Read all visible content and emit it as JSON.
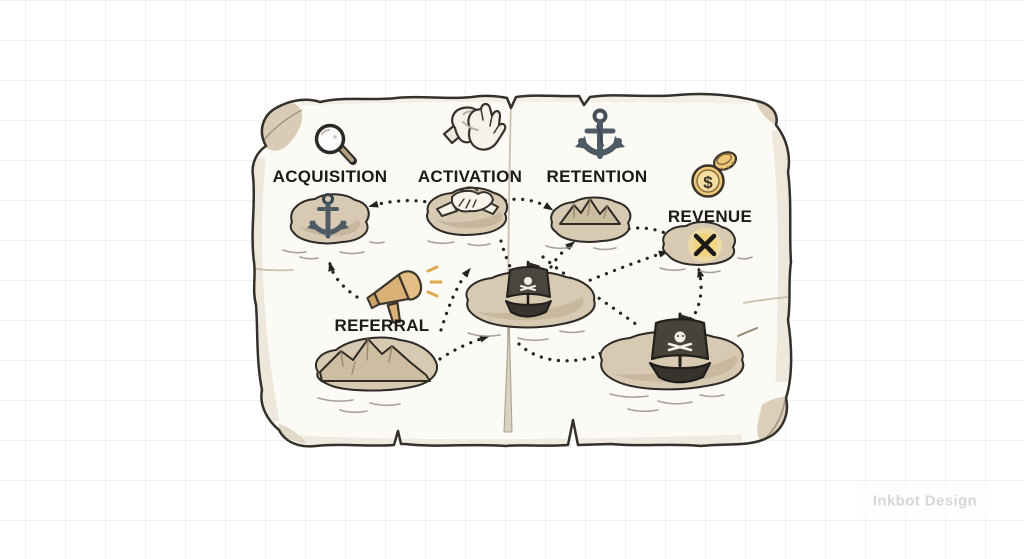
{
  "watermark": {
    "text": "Inkbot Design"
  },
  "map": {
    "theme": "pirate-treasure-map-funnel",
    "coin_symbol": "$",
    "stages": [
      {
        "id": "acquisition",
        "label": "ACQUISITION",
        "icon": "magnifying-glass-icon",
        "landmark": "anchor-island"
      },
      {
        "id": "activation",
        "label": "ACTIVATION",
        "icon": "open-hands-icon",
        "landmark": "handshake-island"
      },
      {
        "id": "retention",
        "label": "RETENTION",
        "icon": "anchor-icon",
        "landmark": "mountain-island"
      },
      {
        "id": "revenue",
        "label": "REVENUE",
        "icon": "gold-coins-icon",
        "landmark": "treasure-x-island"
      },
      {
        "id": "referral",
        "label": "REFERRAL",
        "icon": "megaphone-icon",
        "landmark": "mountain-range-island"
      }
    ],
    "extra_landmarks": [
      "small-pirate-ship-island",
      "large-pirate-ship-island"
    ],
    "routes": [
      {
        "from": "activation-island",
        "to": "acquisition-island"
      },
      {
        "from": "activation-island",
        "to": "retention-island"
      },
      {
        "from": "referral-megaphone",
        "to": "acquisition-island"
      },
      {
        "from": "referral-mountain-island",
        "to": "small-ship-island"
      },
      {
        "from": "referral-mountain-island",
        "to": "activation-island"
      },
      {
        "from": "activation-island",
        "to": "small-ship-island"
      },
      {
        "from": "small-ship-island",
        "to": "retention-island"
      },
      {
        "from": "small-ship-island",
        "to": "revenue-island"
      },
      {
        "from": "retention-island",
        "to": "large-ship-island"
      },
      {
        "from": "small-ship-island",
        "to": "large-ship-island"
      },
      {
        "from": "retention-island",
        "to": "revenue-island"
      },
      {
        "from": "revenue-island",
        "to": "large-ship-island",
        "bidirectional": true
      }
    ],
    "colors": {
      "parchment": "#fcfaf5",
      "parchment_shade": "#d8cab3",
      "outline": "#34302a",
      "island": "#d7c9b2",
      "route_dots": "#232220",
      "treasure_yellow": "#f2d57e",
      "coin_gold": "#edc979",
      "anchor_slate": "#4e5a64",
      "megaphone_tan": "#d9b177",
      "grid_line": "#eef0f1",
      "watermark_gray": "#d6d7da"
    }
  }
}
